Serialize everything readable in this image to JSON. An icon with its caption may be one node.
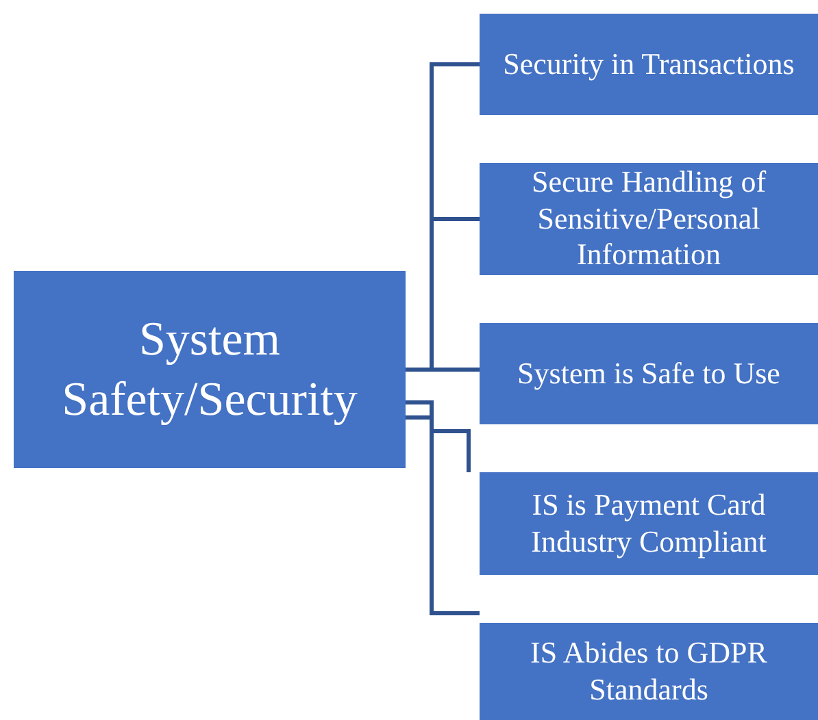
{
  "diagram": {
    "nodes": [
      {
        "text": [
          "System Safety/Security"
        ]
      },
      {
        "text": [
          "Security in Transactions"
        ]
      },
      {
        "text": [
          "Secure Handling of Sensitive/Personal Information"
        ]
      },
      {
        "text": [
          "System is Safe to Use"
        ]
      },
      {
        "text": [
          "IS is Payment Card Industry Compliant"
        ]
      },
      {
        "text": [
          "IS Abides to GDPR Standards"
        ]
      }
    ],
    "edges": [
      {
        "from": 0,
        "to": 1,
        "arrow": "none"
      },
      {
        "from": 0,
        "to": 2,
        "arrow": "none"
      },
      {
        "from": 0,
        "to": 3,
        "arrow": "none"
      },
      {
        "from": 0,
        "to": 4,
        "arrow": "none"
      },
      {
        "from": 0,
        "to": 5,
        "arrow": "none"
      }
    ]
  }
}
